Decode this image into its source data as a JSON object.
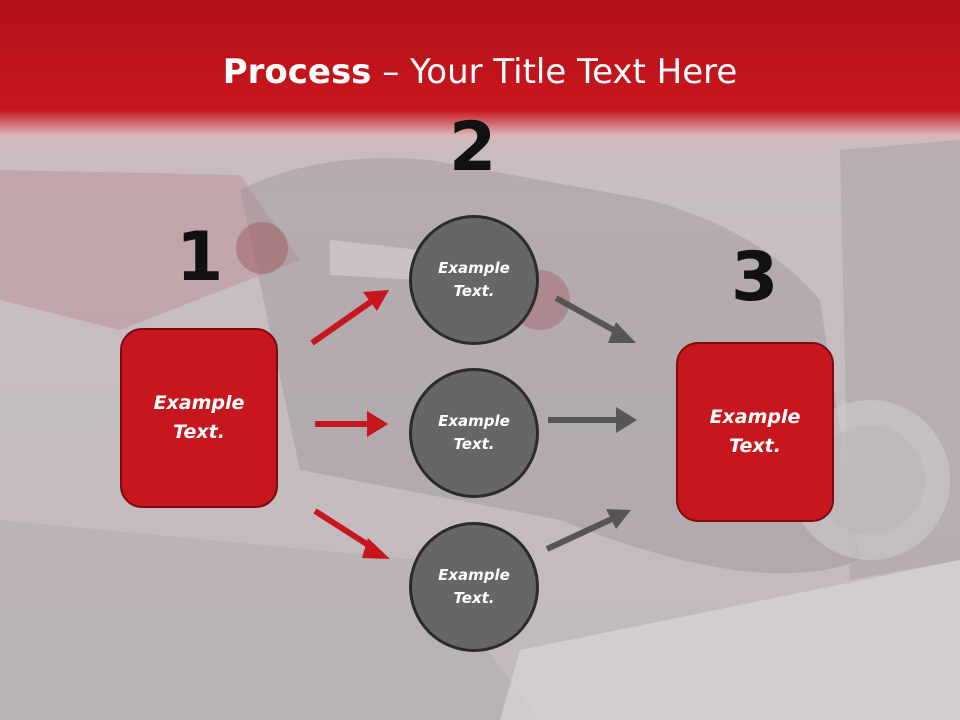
{
  "title": {
    "bold": "Process",
    "rest": " – Your Title Text Here"
  },
  "steps": [
    {
      "number": "1",
      "text_line1": "Example",
      "text_line2": "Text."
    },
    {
      "number": "2"
    },
    {
      "number": "3",
      "text_line1": "Example",
      "text_line2": "Text."
    }
  ],
  "circles": [
    {
      "text_line1": "Example",
      "text_line2": "Text."
    },
    {
      "text_line1": "Example",
      "text_line2": "Text."
    },
    {
      "text_line1": "Example",
      "text_line2": "Text."
    }
  ],
  "colors": {
    "header_red": "#c8161e",
    "box_red": "#c8161e",
    "circle_gray": "#666666",
    "arrow_red": "#c8161e",
    "arrow_gray": "#555555"
  }
}
